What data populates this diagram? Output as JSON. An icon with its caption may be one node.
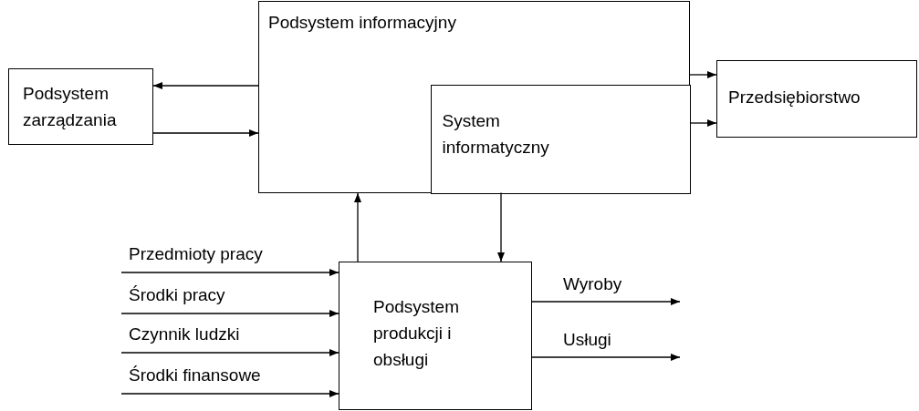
{
  "diagram": {
    "nodes": [
      {
        "text": [
          "Podsystem informacyjny"
        ]
      },
      {
        "text": [
          "System informatyczny"
        ],
        "in": 0
      },
      {
        "text": [
          "Podsystem zarządzania"
        ]
      },
      {
        "text": [
          "Przedsiębiorstwo"
        ]
      },
      {
        "text": [
          "Podsystem produkcji i obsługi"
        ]
      }
    ],
    "edges": [
      {
        "from": 0,
        "to": 2,
        "arrow": "to"
      },
      {
        "from": 2,
        "to": 0,
        "arrow": "to"
      },
      {
        "from": 0,
        "to": 3,
        "arrow": "to"
      },
      {
        "from": 0,
        "to": 3,
        "arrow": "to"
      },
      {
        "from": 4,
        "to": 0,
        "arrow": "to"
      },
      {
        "from": 1,
        "to": 4,
        "arrow": "to"
      },
      {
        "from": null,
        "to": 4,
        "arrow": "to",
        "label": "Przedmioty pracy"
      },
      {
        "from": null,
        "to": 4,
        "arrow": "to",
        "label": "Środki pracy"
      },
      {
        "from": null,
        "to": 4,
        "arrow": "to",
        "label": "Czynnik ludzki"
      },
      {
        "from": null,
        "to": 4,
        "arrow": "to",
        "label": "Środki finansowe"
      },
      {
        "from": 4,
        "to": null,
        "arrow": "to",
        "label": "Wyroby"
      },
      {
        "from": 4,
        "to": null,
        "arrow": "to",
        "label": "Usługi"
      }
    ]
  }
}
